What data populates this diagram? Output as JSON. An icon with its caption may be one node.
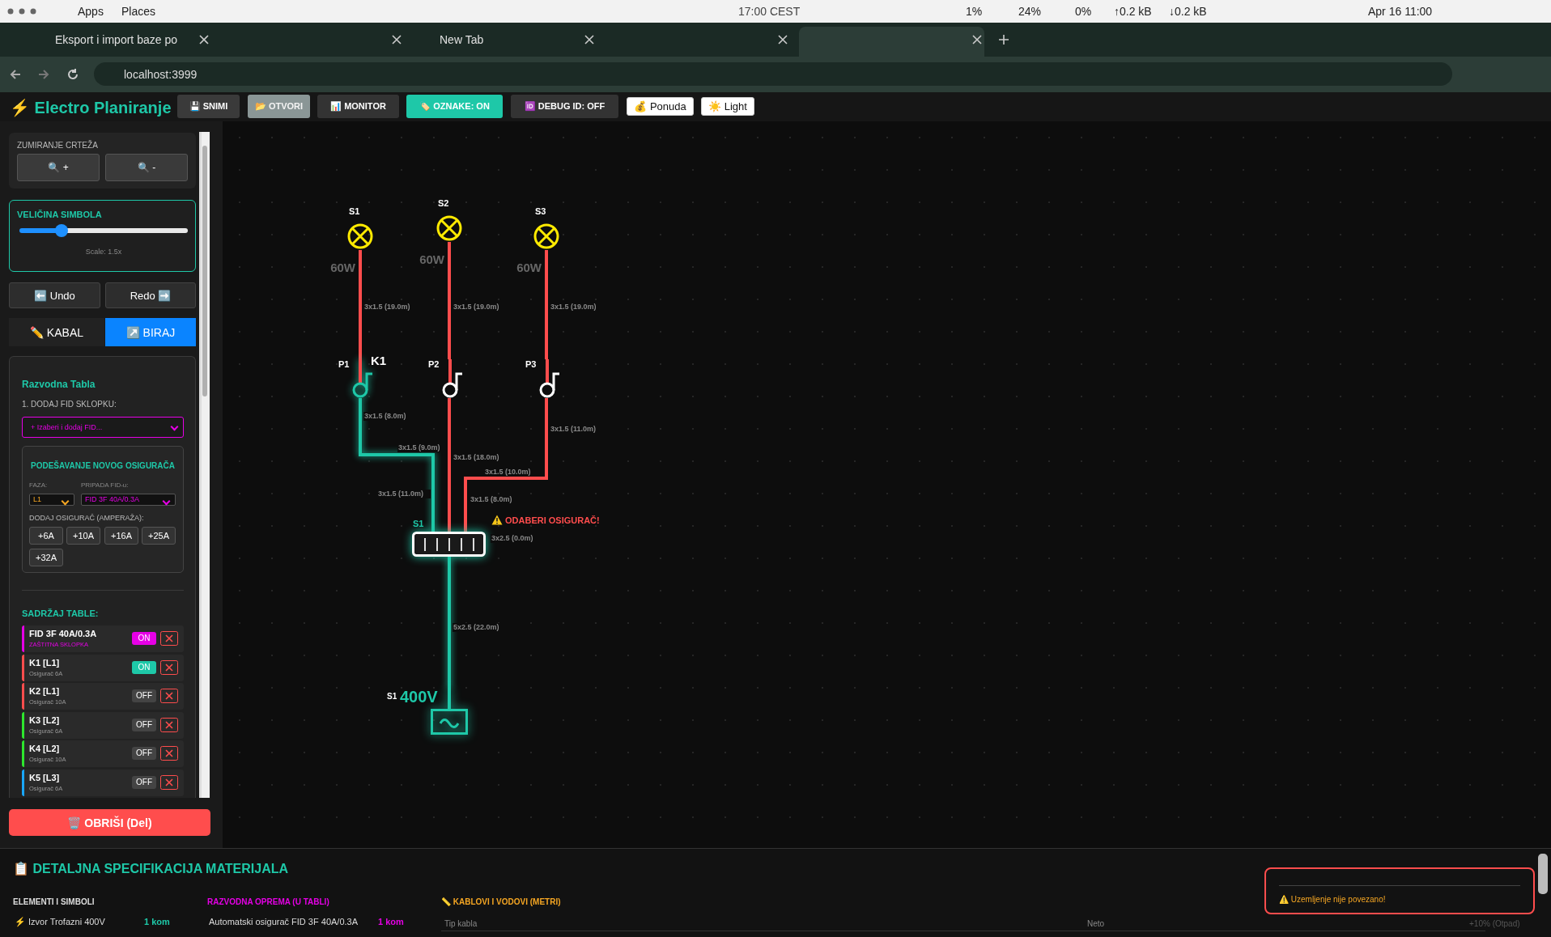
{
  "diagram": {
    "nodes": [
      {
        "text": [
          "S1"
        ],
        "beside": [
          "60W"
        ]
      },
      {
        "text": [
          "S2"
        ],
        "beside": [
          "60W"
        ]
      },
      {
        "text": [
          "S3"
        ],
        "beside": [
          "60W"
        ]
      },
      {
        "text": [
          "P1"
        ],
        "beside": [
          "K1"
        ]
      },
      {
        "text": [
          "P2"
        ]
      },
      {
        "text": [
          "P3"
        ]
      },
      {
        "text": [],
        "shape": "box",
        "beside": [
          "S1",
          "ODABERI OSIGURAČ!"
        ]
      },
      {
        "text": [
          "S1",
          "400V"
        ]
      }
    ],
    "edges": [
      {
        "from": 0,
        "to": 3,
        "arrow": "none",
        "label": "3x1.5 (19.0m)"
      },
      {
        "from": 1,
        "to": 4,
        "arrow": "none",
        "label": "3x1.5 (19.0m)"
      },
      {
        "from": 2,
        "to": 5,
        "arrow": "none",
        "label": "3x1.5 (19.0m)"
      },
      {
        "from": 3,
        "to": 6,
        "arrow": "none",
        "label": "3x1.5 (8.0m)",
        "color": "#1ec8a8"
      },
      {
        "from": 4,
        "to": 6,
        "arrow": "none",
        "label": "3x1.5 (18.0m)"
      },
      {
        "from": 5,
        "to": 6,
        "arrow": "none",
        "label": "3x1.5 (11.0m)"
      },
      {
        "from": 7,
        "to": 6,
        "arrow": "none",
        "label": "5x2.5 (22.0m)",
        "color": "#1ec8a8"
      }
    ],
    "labels": [
      "Apps",
      "Places",
      "17:00 CEST",
      "1%",
      "24%",
      "0%",
      "↑0.2 kB",
      "↓0.2 kB",
      "Apr 16 11:00",
      "Eksport i import baze po",
      "New Tab",
      "localhost:3999",
      "⚡ Electro Planiranje",
      "💾 SNIMI",
      "📂 OTVORI",
      "📊 MONITOR",
      "🏷️ OZNAKE: ON",
      "🆔 DEBUG ID: OFF",
      "💰 Ponuda",
      "☀️ Light",
      "ZUMIRANJE CRTEŽA",
      "🔍 +",
      "🔍 -",
      "VELIČINA SIMBOLA",
      "Scale: 1.5x",
      "⬅️ Undo",
      "Redo ➡️",
      "✏️ KABAL",
      "↗️ BIRAJ",
      "Razvodna Tabla",
      "1. DODAJ FID SKLOPKU:",
      "+ Izaberi i dodaj FID...",
      "PODEŠAVANJE NOVOG OSIGURAČA",
      "FAZA:",
      "PRIPADA FID-u:",
      "L1",
      "FID 3F 40A/0.3A",
      "DODAJ OSIGURAČ (AMPERAŽA):",
      "+6A",
      "+10A",
      "+16A",
      "+25A",
      "+32A",
      "SADRŽAJ TABLE:",
      "FID 3F 40A/0.3A",
      "ZAŠTITNA SKLOPKA",
      "ON",
      "K1 [L1]",
      "Osigurač 6A",
      "ON",
      "K2 [L1]",
      "Osigurač 10A",
      "OFF",
      "K3 [L2]",
      "Osigurač 6A",
      "OFF",
      "K4 [L2]",
      "Osigurač 10A",
      "OFF",
      "K5 [L3]",
      "Osigurač 6A",
      "OFF",
      "🗑️ OBRIŠI (Del)",
      "3x1.5 (9.0m)",
      "3x1.5 (11.0m)",
      "3x1.5 (10.0m)",
      "3x1.5 (8.0m)",
      "3x2.5 (0.0m)",
      "📋 DETALJNA SPECIFIKACIJA MATERIJALA",
      "ELEMENTI I SIMBOLI",
      "RAZVODNA OPREMA (U TABLI)",
      "📏 KABLOVI I VODOVI (METRI)",
      "⚠️ Uzemljenje nije povezano!",
      "⚡ Izvor Trofazni 400V",
      "1 kom",
      "Automatski osigurač FID 3F 40A/0.3A",
      "1 kom",
      "Tip kabla",
      "Neto",
      "+10% (Otpad)"
    ]
  }
}
